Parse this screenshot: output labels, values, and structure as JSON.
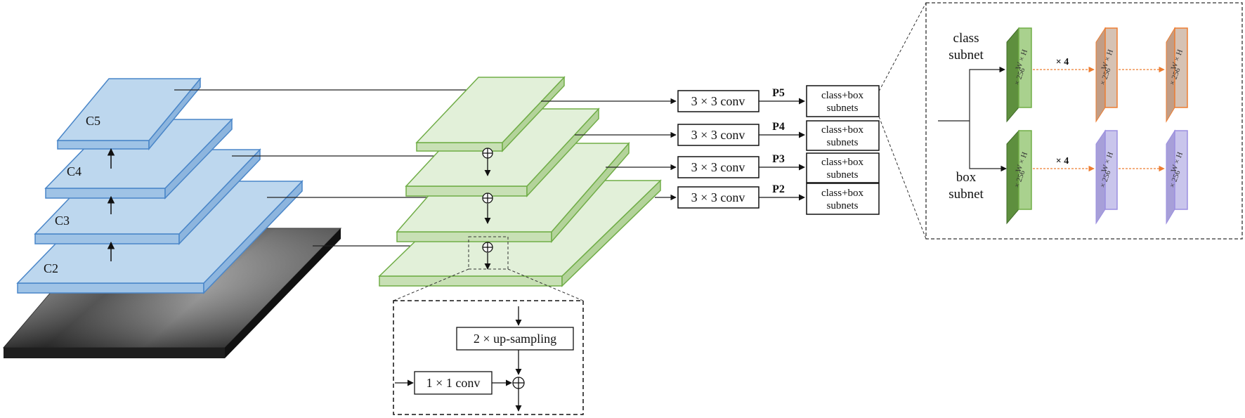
{
  "backbone": {
    "levels": [
      "C5",
      "C4",
      "C3",
      "C2"
    ]
  },
  "conv": {
    "label": "3 × 3 conv"
  },
  "outputs": [
    {
      "level": "P5",
      "box": [
        "class+box",
        "subnets"
      ]
    },
    {
      "level": "P4",
      "box": [
        "class+box",
        "subnets"
      ]
    },
    {
      "level": "P3",
      "box": [
        "class+box",
        "subnets"
      ]
    },
    {
      "level": "P2",
      "box": [
        "class+box",
        "subnets"
      ]
    }
  ],
  "detail": {
    "upsampling": "2 × up-sampling",
    "lateral_conv": "1 × 1 conv"
  },
  "subnets": {
    "class_label": [
      "class",
      "subnet"
    ],
    "box_label": [
      "box",
      "subnet"
    ],
    "repeat": "× 4",
    "feature_map": [
      "W × H",
      "× 256"
    ]
  },
  "colors": {
    "backbone_fill": "#bdd7ee",
    "backbone_stroke": "#4a86c8",
    "fpn_fill": "#e2f0d9",
    "fpn_stroke": "#70ad47",
    "map_green_front": "#a9d18e",
    "map_green_side": "#5e8f3e",
    "map_orange_front": "#d6c2b4",
    "map_orange_stroke": "#ed7d31",
    "map_purple_front": "#c9c5ec",
    "map_purple_stroke": "#9b8fe0",
    "arrow_orange": "#ed7d31"
  }
}
